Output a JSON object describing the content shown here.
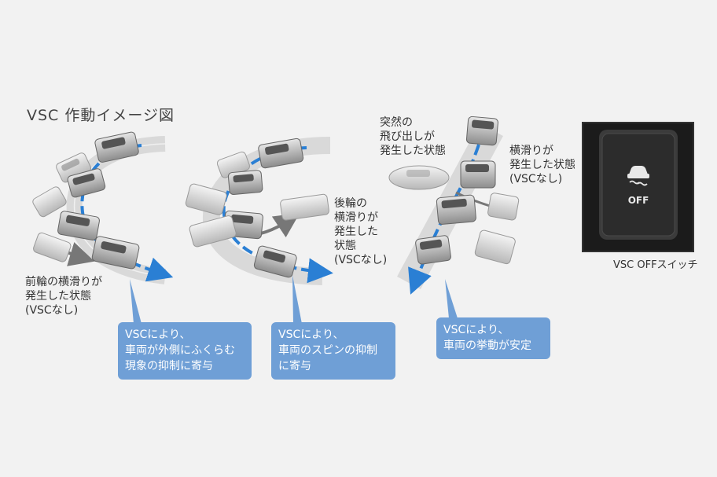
{
  "title": "VSC 作動イメージ図",
  "scenes": {
    "front": {
      "state_label": "前輪の横滑りが\n発生した状態\n(VSCなし)",
      "callout": "VSCにより、\n車両が外側にふくらむ\n現象の抑制に寄与"
    },
    "rear": {
      "state_label": "後輪の\n横滑りが\n発生した\n状態\n(VSCなし)",
      "callout": "VSCにより、\n車両のスピンの抑制\nに寄与"
    },
    "sudden": {
      "event_label": "突然の\n飛び出しが\n発生した状態",
      "state_label": "横滑りが\n発生した状態\n(VSCなし)",
      "callout": "VSCにより、\n車両の挙動が安定"
    }
  },
  "switch": {
    "button_text": "OFF",
    "caption": "VSC OFFスイッチ",
    "icon": "skid-car-icon"
  },
  "colors": {
    "background": "#f2f2f2",
    "callout": "#6f9fd6",
    "path_blue": "#2a7fd4",
    "road": "#d4d4d4"
  }
}
